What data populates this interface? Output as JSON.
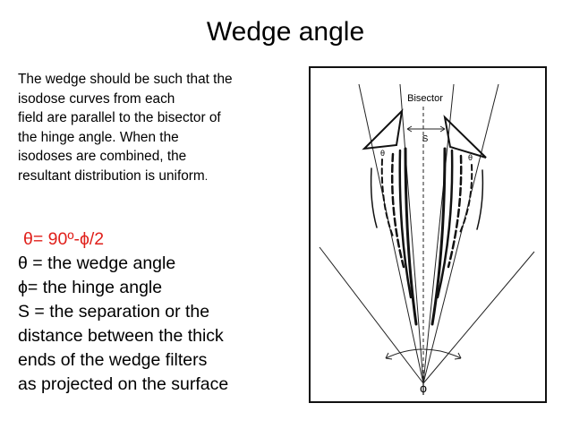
{
  "slide": {
    "title": "Wedge angle",
    "intro": {
      "line1": "The wedge should be such that the",
      "line2": "isodose curves from each",
      "line3": "field are parallel to the bisector of",
      "line4": "the hinge angle. When the",
      "line5": "isodoses  are combined, the",
      "line6_main": "resultant distribution is uniform",
      "line6_end": "."
    },
    "definitions": {
      "formula": "θ= 90º-ϕ/2",
      "theta_def": "θ = the wedge angle",
      "phi_def": "ϕ= the hinge angle",
      "s_def_1": "S = the separation or the",
      "s_def_2": "distance between the thick",
      "s_def_3": "ends of the wedge filters",
      "s_def_4": "as projected on the surface"
    },
    "figure": {
      "bisector_label": "Bisector",
      "separation_label": "S",
      "wedge_angle_label_left": "θ",
      "wedge_angle_label_right": "θ",
      "hinge_angle_label": "ϕ",
      "accent_color": "#e0201b"
    }
  }
}
